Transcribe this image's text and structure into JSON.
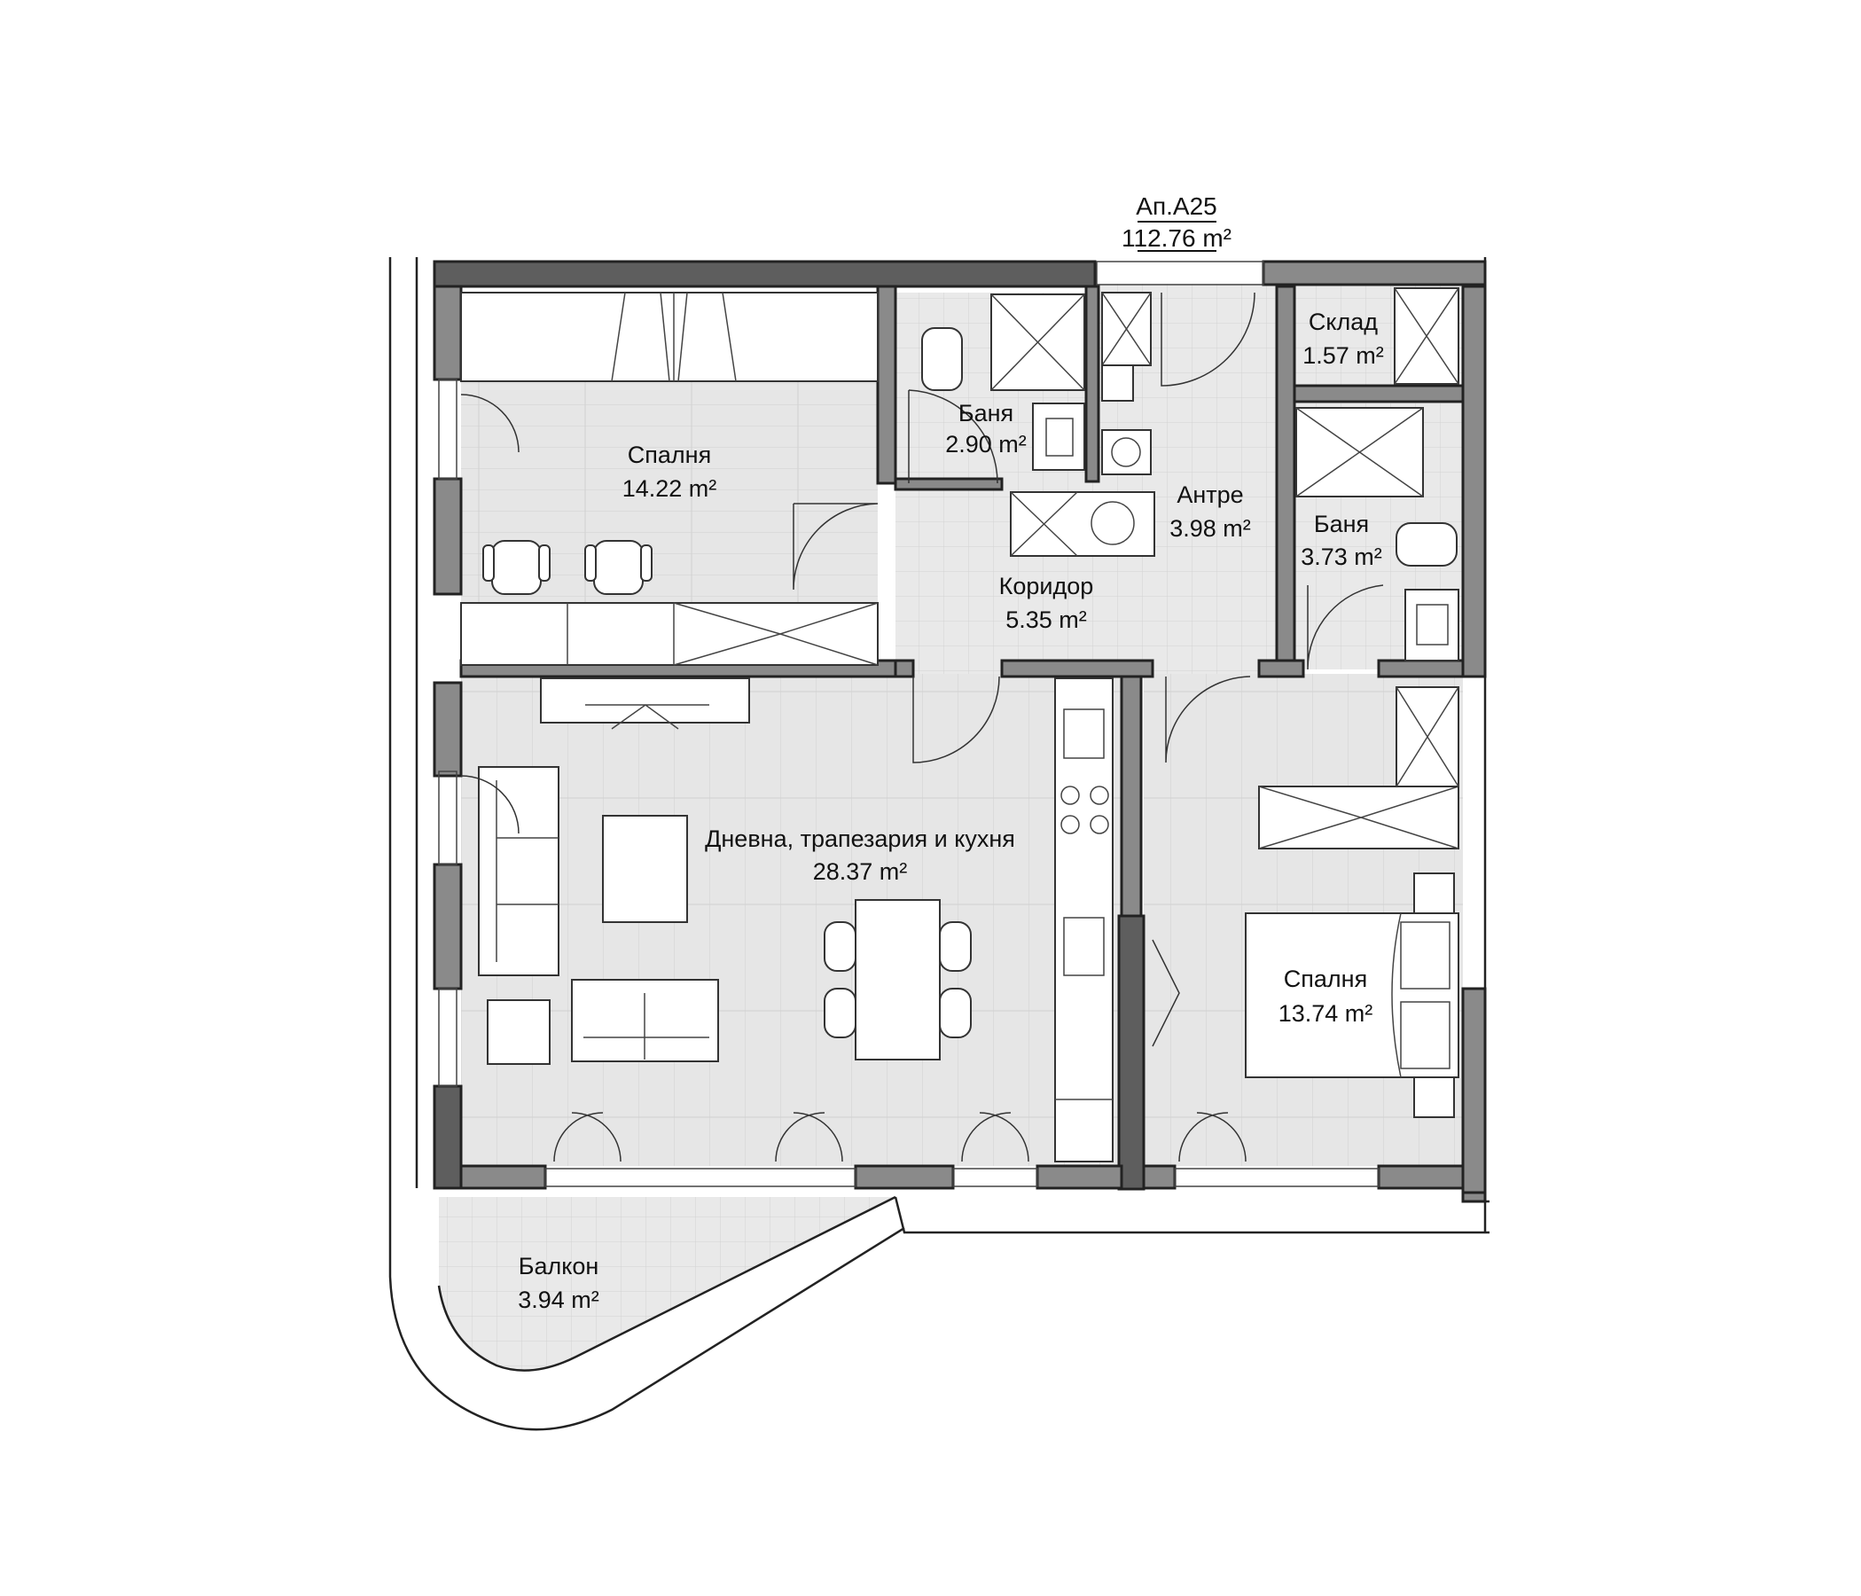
{
  "apartment": {
    "name": "Ап.А25",
    "area": "112.76 m²"
  },
  "rooms": {
    "bedroom1": {
      "name": "Спалня",
      "area": "14.22 m²"
    },
    "bath1": {
      "name": "Баня",
      "area": "2.90 m²"
    },
    "entrance": {
      "name": "Антре",
      "area": "3.98 m²"
    },
    "storage": {
      "name": "Склад",
      "area": "1.57 m²"
    },
    "bath2": {
      "name": "Баня",
      "area": "3.73 m²"
    },
    "corridor": {
      "name": "Коридор",
      "area": "5.35 m²"
    },
    "living": {
      "name": "Дневна, трапезария и кухня",
      "area": "28.37 m²"
    },
    "bedroom2": {
      "name": "Спалня",
      "area": "13.74 m²"
    },
    "balcony": {
      "name": "Балкон",
      "area": "3.94 m²"
    }
  },
  "colors": {
    "wall": "#8a8a8a",
    "floor": "#e8e8e8",
    "furniture": "#ffffff",
    "outline": "#222222"
  }
}
